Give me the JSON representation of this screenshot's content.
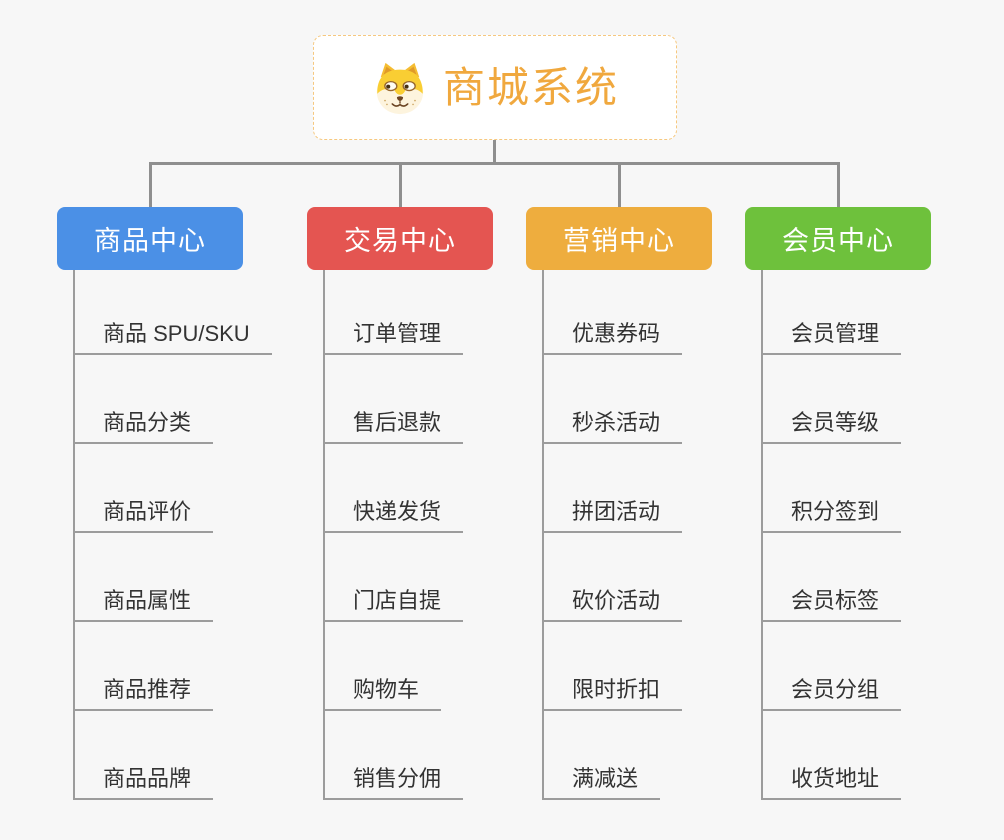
{
  "root": {
    "title": "商城系统",
    "icon": "dog-face-icon",
    "text_color": "#f0a83e",
    "border_color": "#f6c87f",
    "bg": "#ffffff"
  },
  "colors": {
    "background": "#f7f7f7",
    "connector": "#8f8f8f",
    "branch_line": "#9c9c9c",
    "item_text": "#333333"
  },
  "branches": [
    {
      "id": "product-center",
      "label": "商品中心",
      "color": "#4b90e6",
      "items": [
        "商品 SPU/SKU",
        "商品分类",
        "商品评价",
        "商品属性",
        "商品推荐",
        "商品品牌"
      ]
    },
    {
      "id": "trade-center",
      "label": "交易中心",
      "color": "#e45551",
      "items": [
        "订单管理",
        "售后退款",
        "快递发货",
        "门店自提",
        "购物车",
        "销售分佣"
      ]
    },
    {
      "id": "marketing-center",
      "label": "营销中心",
      "color": "#eead3e",
      "items": [
        "优惠券码",
        "秒杀活动",
        "拼团活动",
        "砍价活动",
        "限时折扣",
        "满减送"
      ]
    },
    {
      "id": "member-center",
      "label": "会员中心",
      "color": "#6ec13c",
      "items": [
        "会员管理",
        "会员等级",
        "积分签到",
        "会员标签",
        "会员分组",
        "收货地址"
      ]
    }
  ]
}
